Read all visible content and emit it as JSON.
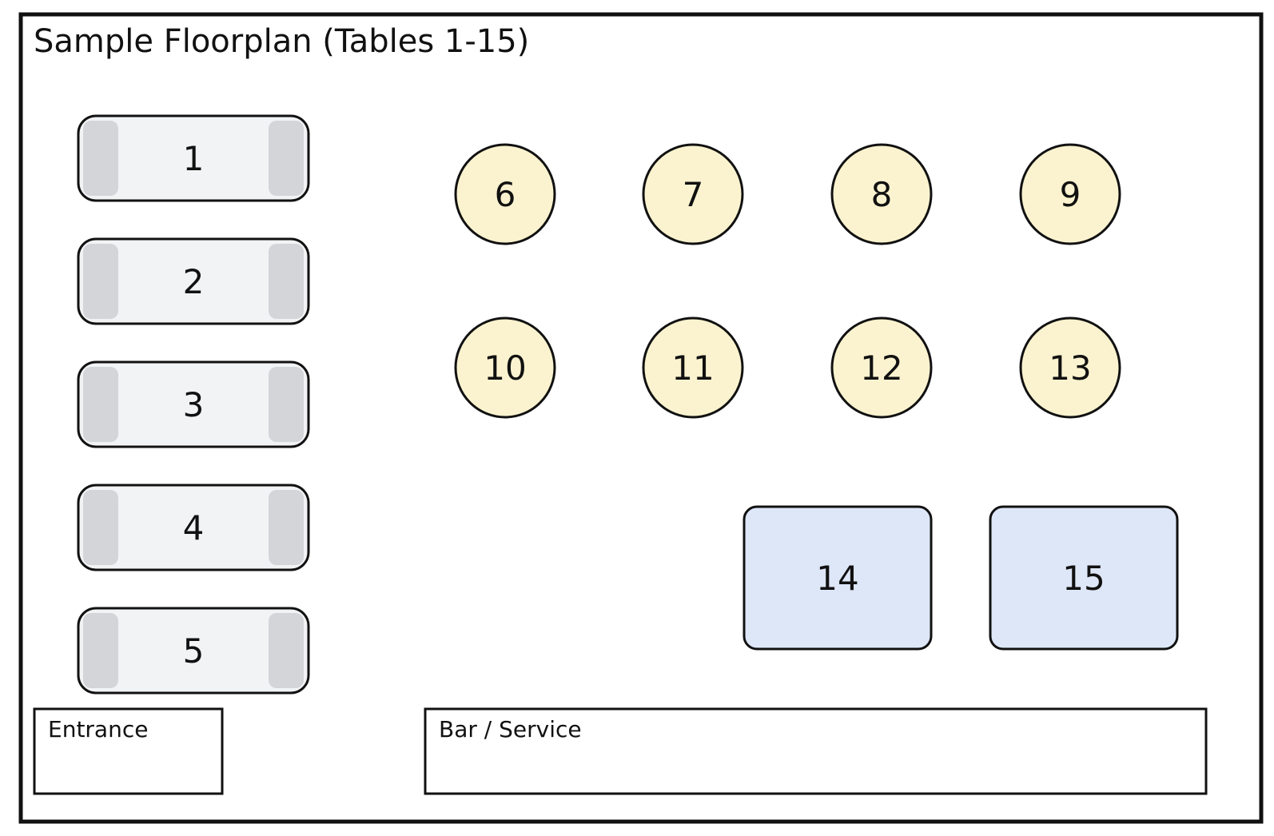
{
  "title": "Sample Floorplan (Tables 1-15)",
  "colors": {
    "border": "#111111",
    "long_table_fill": "#f2f3f5",
    "long_table_seat": "#d3d5d9",
    "round_table_fill": "#fbf3cf",
    "square_table_fill": "#dde7f8"
  },
  "long_tables": [
    {
      "label": "1"
    },
    {
      "label": "2"
    },
    {
      "label": "3"
    },
    {
      "label": "4"
    },
    {
      "label": "5"
    }
  ],
  "round_tables": [
    {
      "label": "6"
    },
    {
      "label": "7"
    },
    {
      "label": "8"
    },
    {
      "label": "9"
    },
    {
      "label": "10"
    },
    {
      "label": "11"
    },
    {
      "label": "12"
    },
    {
      "label": "13"
    }
  ],
  "square_tables": [
    {
      "label": "14"
    },
    {
      "label": "15"
    }
  ],
  "areas": {
    "entrance": "Entrance",
    "bar": "Bar / Service"
  }
}
